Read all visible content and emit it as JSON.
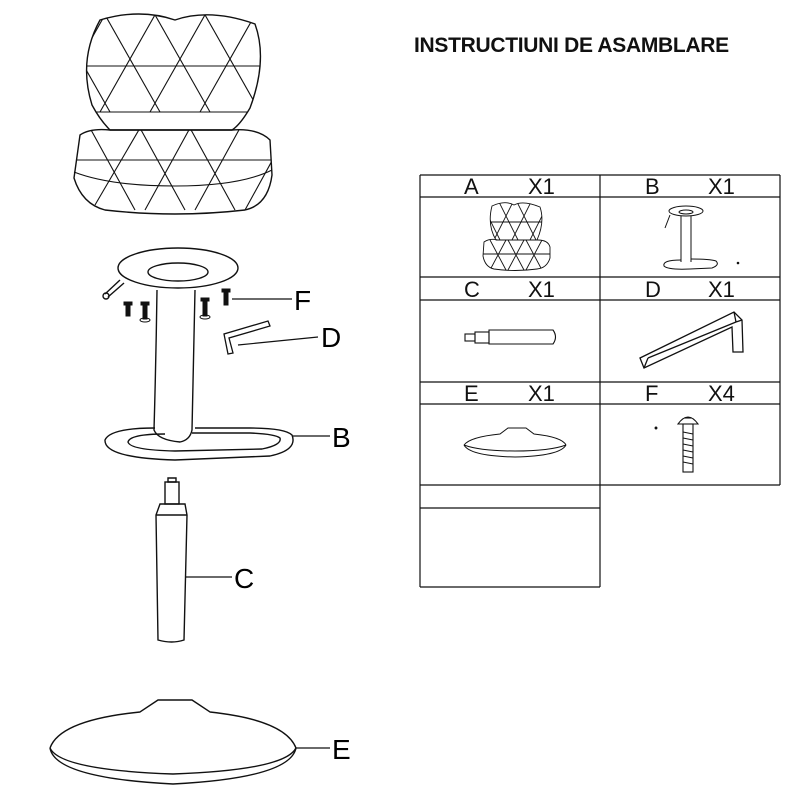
{
  "title": "INSTRUCTIUNI DE ASAMBLARE",
  "callouts": {
    "f": "F",
    "d": "D",
    "b": "B",
    "c": "C",
    "e": "E"
  },
  "parts": [
    {
      "letter": "A",
      "qty": "X1",
      "icon": "seat-icon"
    },
    {
      "letter": "B",
      "qty": "X1",
      "icon": "stand-base-icon"
    },
    {
      "letter": "C",
      "qty": "X1",
      "icon": "gas-cylinder-icon"
    },
    {
      "letter": "D",
      "qty": "X1",
      "icon": "hex-key-icon"
    },
    {
      "letter": "E",
      "qty": "X1",
      "icon": "round-base-icon"
    },
    {
      "letter": "F",
      "qty": "X4",
      "icon": "screw-icon"
    }
  ]
}
